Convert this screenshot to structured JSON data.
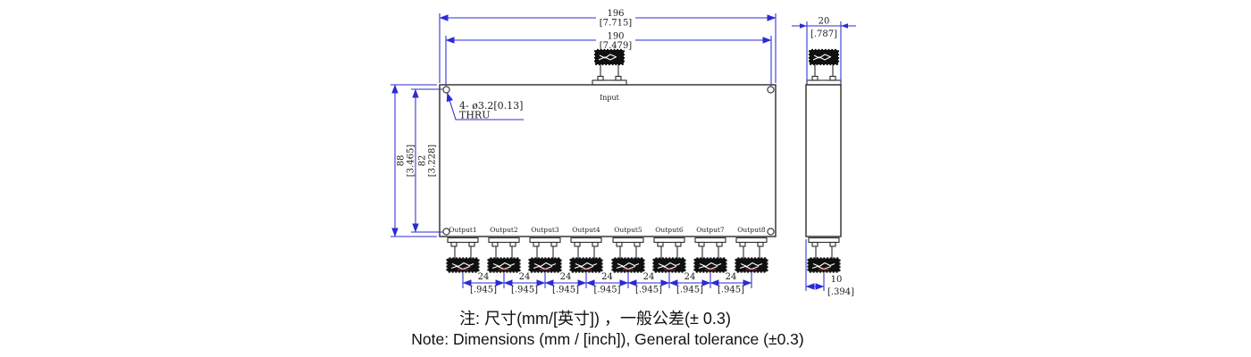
{
  "drawing": {
    "kind": "8-way power divider outline drawing",
    "labels": {
      "input": "Input",
      "outputs": [
        "Output1",
        "Output2",
        "Output3",
        "Output4",
        "Output5",
        "Output6",
        "Output7",
        "Output8"
      ]
    },
    "leader": {
      "line1": "4- ø3.2[0.13]",
      "line2": "THRU"
    },
    "dims": {
      "overall_width": {
        "mm": "196",
        "inch": "[7.715]"
      },
      "mount_width": {
        "mm": "190",
        "inch": "[7.479]"
      },
      "overall_height": {
        "mm": "88",
        "inch": "[3.465]"
      },
      "mount_height": {
        "mm": "82",
        "inch": "[3.228]"
      },
      "depth": {
        "mm": "20",
        "inch": "[.787]"
      },
      "output_offset": {
        "mm": "10",
        "inch": "[.394]"
      },
      "output_pitch": {
        "mm": "24",
        "inch": "[.945]"
      }
    },
    "notes": {
      "cn": "注: 尺寸(mm/[英寸]) ，一般公差(± 0.3)",
      "en": "Note: Dimensions (mm / [inch]), General tolerance (±0.3)"
    },
    "colors": {
      "dimension_blue": "#2B2BD5",
      "geometry_black": "#2B2B2B",
      "accent_red": "#C03030"
    }
  }
}
